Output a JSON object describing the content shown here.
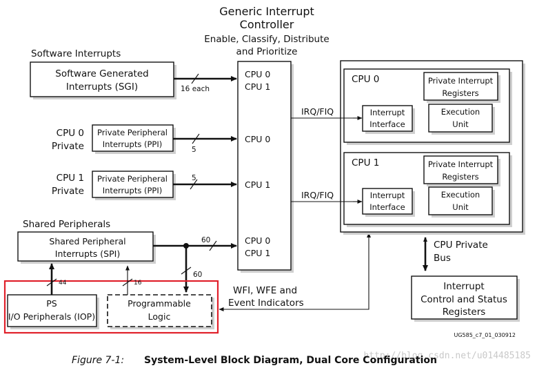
{
  "gic": {
    "title_line1": "Generic Interrupt",
    "title_line2": "Controller",
    "subtitle_line1": "Enable, Classify, Distribute",
    "subtitle_line2": "and Prioritize",
    "port_cpu0": "CPU 0",
    "port_cpu1": "CPU 1"
  },
  "sgi": {
    "section_label": "Software Interrupts",
    "box_line1": "Software Generated",
    "box_line2": "Interrupts (SGI)",
    "bus_width": "16 each"
  },
  "ppi0": {
    "side_line1": "CPU 0",
    "side_line2": "Private",
    "box_line1": "Private Peripheral",
    "box_line2": "Interrupts (PPI)",
    "bus_width": "5"
  },
  "ppi1": {
    "side_line1": "CPU 1",
    "side_line2": "Private",
    "box_line1": "Private Peripheral",
    "box_line2": "Interrupts (PPI)",
    "bus_width": "5"
  },
  "spi": {
    "section_label": "Shared Peripherals",
    "box_line1": "Shared Peripheral",
    "box_line2": "Interrupts (SPI)",
    "bus_width_to_gic": "60",
    "bus_width_to_pl": "60",
    "bus_width_from_iop": "44",
    "bus_width_from_pl": "16"
  },
  "iop": {
    "line1": "PS",
    "line2": "I/O Peripherals (IOP)"
  },
  "pl": {
    "line1": "Programmable",
    "line2": "Logic"
  },
  "wfi": {
    "line1": "WFI, WFE and",
    "line2": "Event Indicators"
  },
  "irq_label": "IRQ/FIQ",
  "cpu0": {
    "title": "CPU 0",
    "pir_line1": "Private Interrupt",
    "pir_line2": "Registers",
    "ii_line1": "Interrupt",
    "ii_line2": "Interface",
    "eu_line1": "Execution",
    "eu_line2": "Unit"
  },
  "cpu1": {
    "title": "CPU 1",
    "pir_line1": "Private Interrupt",
    "pir_line2": "Registers",
    "ii_line1": "Interrupt",
    "ii_line2": "Interface",
    "eu_line1": "Execution",
    "eu_line2": "Unit"
  },
  "cpu_private_bus": {
    "line1": "CPU Private",
    "line2": "Bus"
  },
  "icsr": {
    "line1": "Interrupt",
    "line2": "Control and Status",
    "line3": "Registers"
  },
  "doc_id": "UG585_c7_01_030912",
  "caption": {
    "number": "Figure 7-1:",
    "text": "System-Level Block Diagram, Dual Core Configuration"
  },
  "watermark": "http://blog.csdn.net/u014485185",
  "colors": {
    "highlight": "#e0202a",
    "line": "#111111",
    "shadow": "#cfcfcf"
  }
}
